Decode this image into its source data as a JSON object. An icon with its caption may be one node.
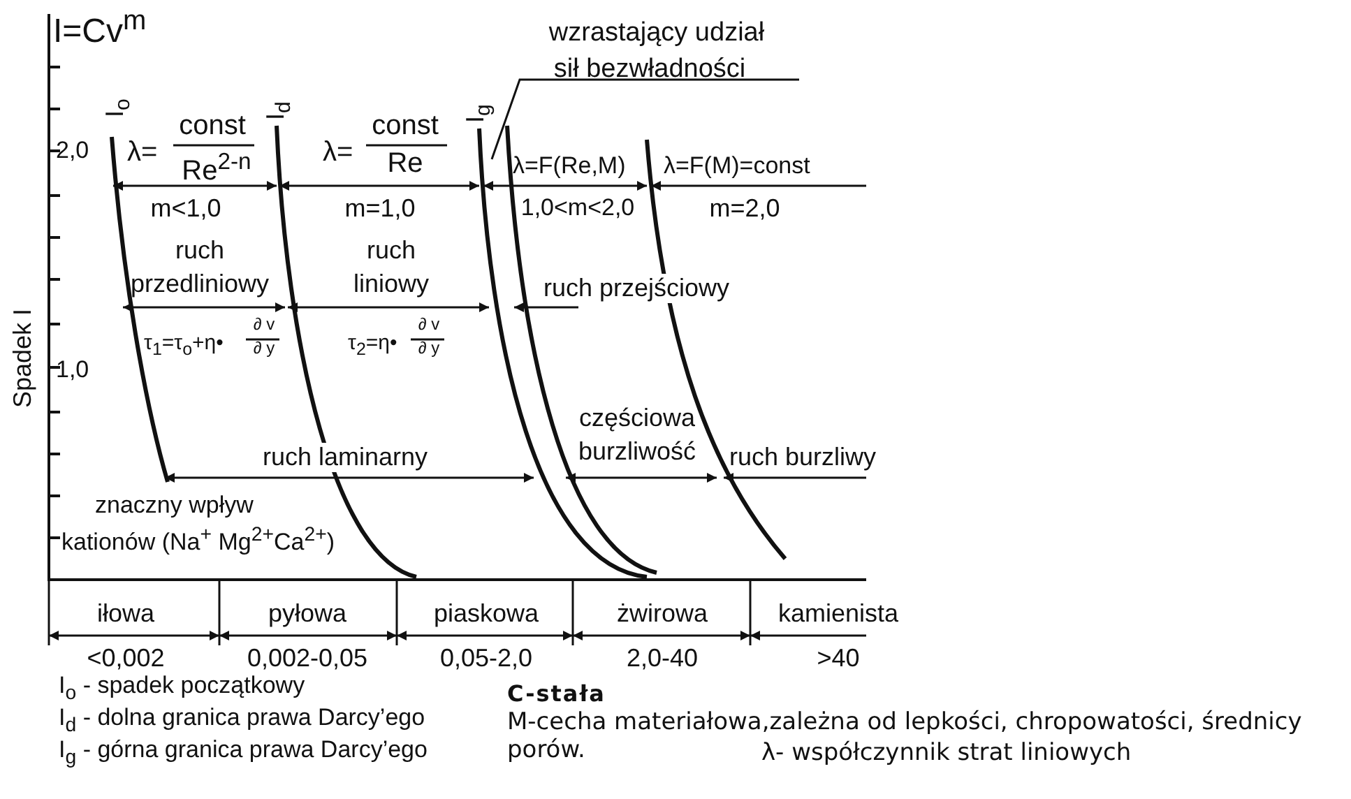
{
  "diagram": {
    "labels": [
      "I=Cv$^{m}$",
      "I$_{o}$",
      "I$_{d}$",
      "I$_{g}$",
      "wzrastający udział",
      "sił bezwładności",
      "2,0",
      "λ=",
      "const",
      "Re$^{2-n}$",
      "λ=",
      "const",
      "Re",
      "λ=F(Re,M)",
      "λ=F(M)=const",
      "m<1,0",
      "m=1,0",
      "1,0<m<2,0",
      "m=2,0",
      "ruch przedliniowy",
      "ruch liniowy",
      "ruch przejściowy",
      "τ$_{1}$=τ$_{o}$+η•",
      "∂ v",
      "∂ y",
      "τ$_{2}$=η•",
      "∂ v",
      "∂ y",
      "1,0",
      "Spadek I",
      "ruch laminarny",
      "częściowa burzliwość",
      "ruch burzliwy",
      "znaczny wpływ",
      "kationów (Na$^{+}$ Mg$^{2+}$Ca$^{2+}$)",
      "iłowa",
      "pyłowa",
      "piaskowa",
      "żwirowa",
      "kamienista",
      "<0,002",
      "0,002-0,05",
      "0,05-2,0",
      "2,0-40",
      ">40",
      "I$_{o}$ - spadek początkowy",
      "I$_{d}$ - dolna granica prawa Darcy’ego",
      "I$_{g}$ - górna granica prawa Darcy’ego",
      "C-stała",
      "M-cecha materiałowa,zależna od lepkości, chropowatości, średnicy porów.",
      "λ- współczynnik  strat liniowych"
    ]
  }
}
